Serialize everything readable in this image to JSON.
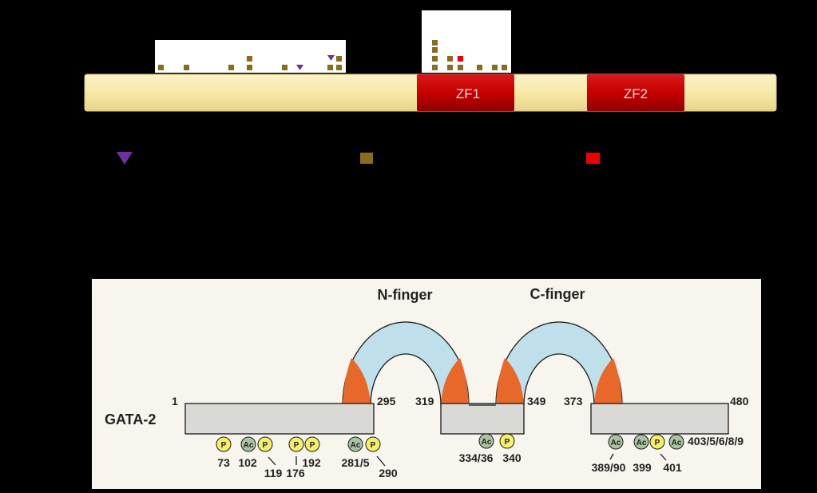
{
  "colors": {
    "background": "#000000",
    "domain_bar": "#f7e9a6",
    "zinc_finger": "#c60000",
    "marker_square": "#8a6d1c",
    "marker_triangle": "#7030a0",
    "marker_red": "#ee0000",
    "panel_bg": "#f7f5ee",
    "protein_body": "#d9d9d6",
    "finger_fill": "#bfe0ea",
    "finger_base": "#e8682a",
    "phospho": "#f4ef6a",
    "acetyl": "#a8c4a0"
  },
  "top_diagram": {
    "domains": [
      {
        "id": "zf1",
        "label": "ZF1"
      },
      {
        "id": "zf2",
        "label": "ZF2"
      }
    ]
  },
  "bottom_diagram": {
    "protein_name": "GATA-2",
    "finger_labels": {
      "n": "N-finger",
      "c": "C-finger"
    },
    "positions": [
      "1",
      "295",
      "319",
      "349",
      "373",
      "480"
    ],
    "site_labels": [
      "73",
      "102",
      "119",
      "176",
      "192",
      "281/5",
      "290",
      "334/36",
      "340",
      "389/90",
      "399",
      "401",
      "403/5/6/8/9"
    ],
    "badges": {
      "phospho": "P",
      "acetyl": "Ac"
    }
  }
}
